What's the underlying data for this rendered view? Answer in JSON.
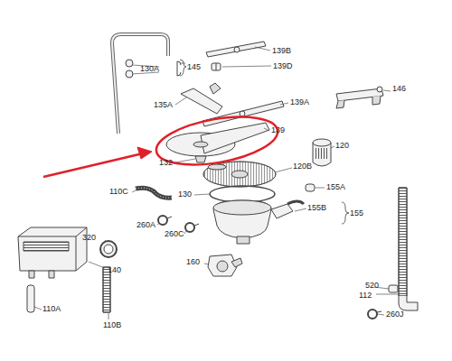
{
  "diagram": {
    "labels": [
      "145",
      "130A",
      "139B",
      "139D",
      "146",
      "135A",
      "139A",
      "139",
      "120",
      "132",
      "120B",
      "110C",
      "130",
      "155A",
      "155B",
      "155",
      "260A",
      "260C",
      "320",
      "140",
      "160",
      "520",
      "112",
      "110A",
      "110B",
      "260J"
    ]
  }
}
